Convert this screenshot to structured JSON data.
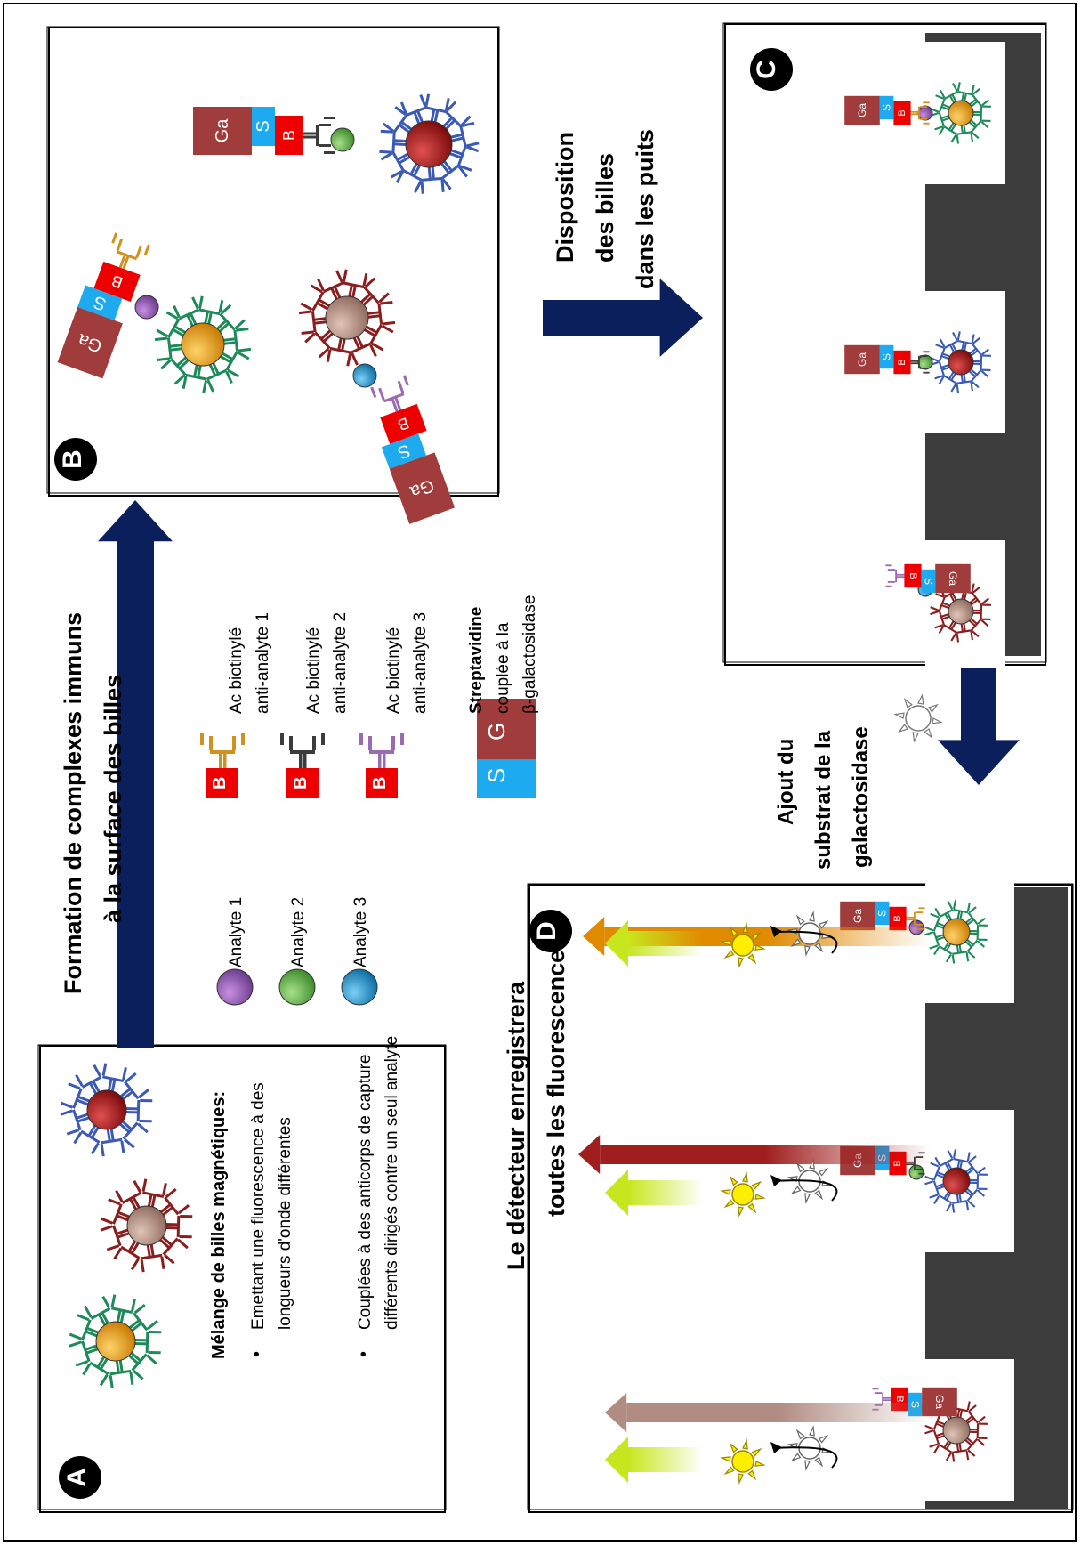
{
  "panel_a": {
    "badge": "A",
    "heading": "Mélange de billes magnétiques:",
    "bullet1_line1": "Emettant une fluorescence à des",
    "bullet1_line2": "longueurs d'onde différentes",
    "bullet2_line1": "Couplées à des anticorps de capture",
    "bullet2_line2": "différents dirigés contre un seul analyte",
    "bullet_char": "•"
  },
  "step_ab": {
    "line1": "Formation de complexes immuns",
    "line2": "à la surface des billes"
  },
  "legend": {
    "analyte1": "Analyte 1",
    "analyte2": "Analyte 2",
    "analyte3": "Analyte 3",
    "ab1_line1": "Ac biotinylé",
    "ab1_line2": "anti-analyte 1",
    "ab2_line1": "Ac biotinylé",
    "ab2_line2": "anti-analyte 2",
    "ab3_line1": "Ac biotinylé",
    "ab3_line2": "anti-analyte 3",
    "strep_line1": "Streptavidine",
    "strep_line2": "couplée à la",
    "strep_line3": "β-galactosidase",
    "b_label": "B",
    "s_label": "S",
    "g_label": "G"
  },
  "panel_b": {
    "badge": "B",
    "ga": "Ga",
    "s": "S",
    "b": "B"
  },
  "step_bc": {
    "line1": "Disposition",
    "line2": "des billes",
    "line3": "dans les puits"
  },
  "panel_c": {
    "badge": "C"
  },
  "step_cd": {
    "line1": "Ajout du",
    "line2": "substrat de la",
    "line3": "galactosidase"
  },
  "panel_d": {
    "badge": "D",
    "line1": "Le détecteur enregistrera",
    "line2": "toutes les fluorescences"
  },
  "colors": {
    "navy": "#0b1f5c",
    "orange_bead": "#e89a10",
    "red_bead": "#b01e1e",
    "taupe_bead": "#c09a8c",
    "green_ab": "#1e8a5a",
    "blue_ab": "#3a5ab4",
    "darkred_ab": "#8a1e1e",
    "purple": "#9a5ab4",
    "green": "#6ab44a",
    "cyan": "#1e96d2",
    "biotin_red": "#ee0000",
    "strep_blue": "#1eaaee",
    "gal_brown": "#a03c3c",
    "well_dark": "#3c3c3c",
    "yellow_green": "#c8e61e"
  }
}
